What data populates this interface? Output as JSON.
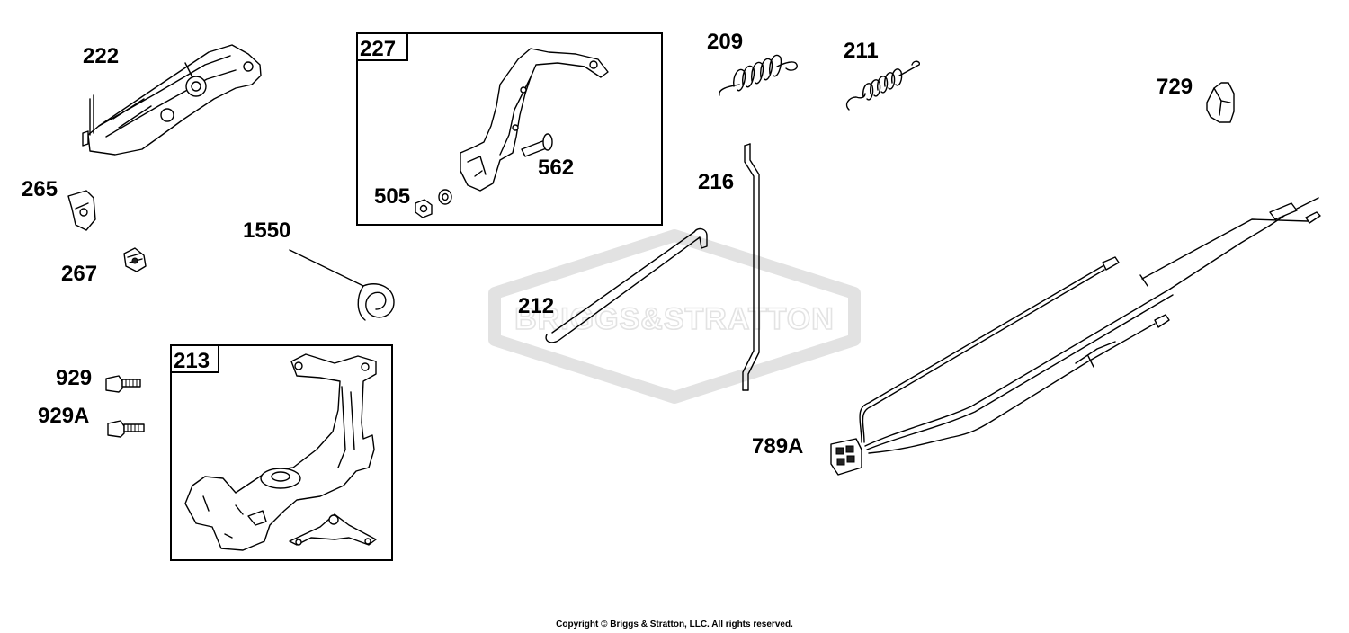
{
  "watermark": {
    "text": "BRIGGS&STRATTON"
  },
  "callouts": {
    "c222": "222",
    "c265": "265",
    "c267": "267",
    "c1550": "1550",
    "c929": "929",
    "c929A": "929A",
    "c227": "227",
    "c505": "505",
    "c562": "562",
    "c213": "213",
    "c209": "209",
    "c211": "211",
    "c212": "212",
    "c216": "216",
    "c729": "729",
    "c789A": "789A"
  },
  "copyright": "Copyright © Briggs & Stratton, LLC. All rights reserved."
}
